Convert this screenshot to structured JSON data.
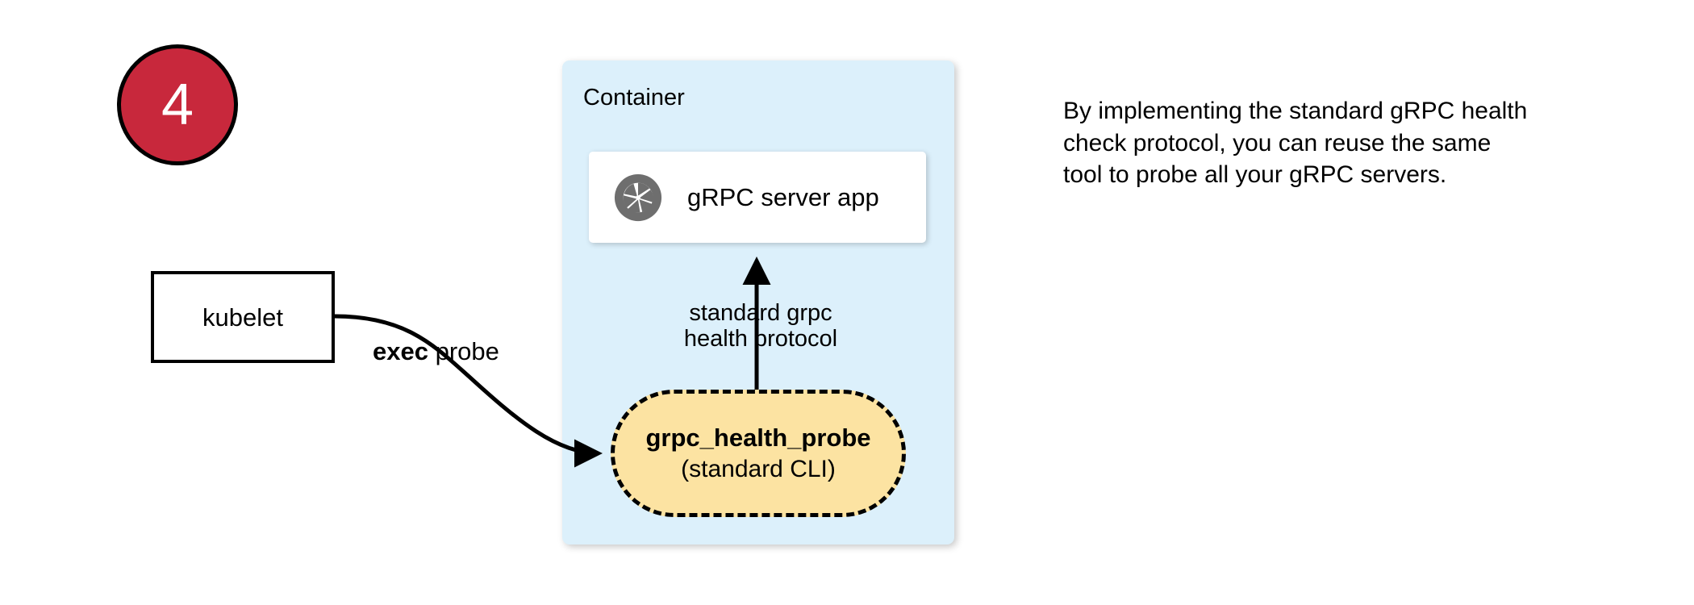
{
  "step": {
    "number": "4"
  },
  "kubelet": {
    "label": "kubelet"
  },
  "edges": {
    "exec_probe_keyword": "exec",
    "exec_probe_rest": " probe",
    "protocol_line1": "standard grpc",
    "protocol_line2": "health protocol"
  },
  "container": {
    "title": "Container",
    "fill_color": "#DCF0FB",
    "server_card": {
      "label": "gRPC server app",
      "icon": "grpc-aperture-logo-icon",
      "icon_color": "#6E6E6E",
      "fill_color": "#FFFFFF"
    },
    "probe": {
      "title": "grpc_health_probe",
      "subtitle": "(standard CLI)",
      "fill_color": "#FCE3A2",
      "border_style": "dashed"
    }
  },
  "note": {
    "text": "By implementing the standard gRPC health check protocol, you can reuse the same tool to probe all your gRPC servers."
  },
  "colors": {
    "badge_fill": "#C8283C",
    "badge_text": "#FFFFFF",
    "stroke": "#000000",
    "background": "#FFFFFF"
  }
}
